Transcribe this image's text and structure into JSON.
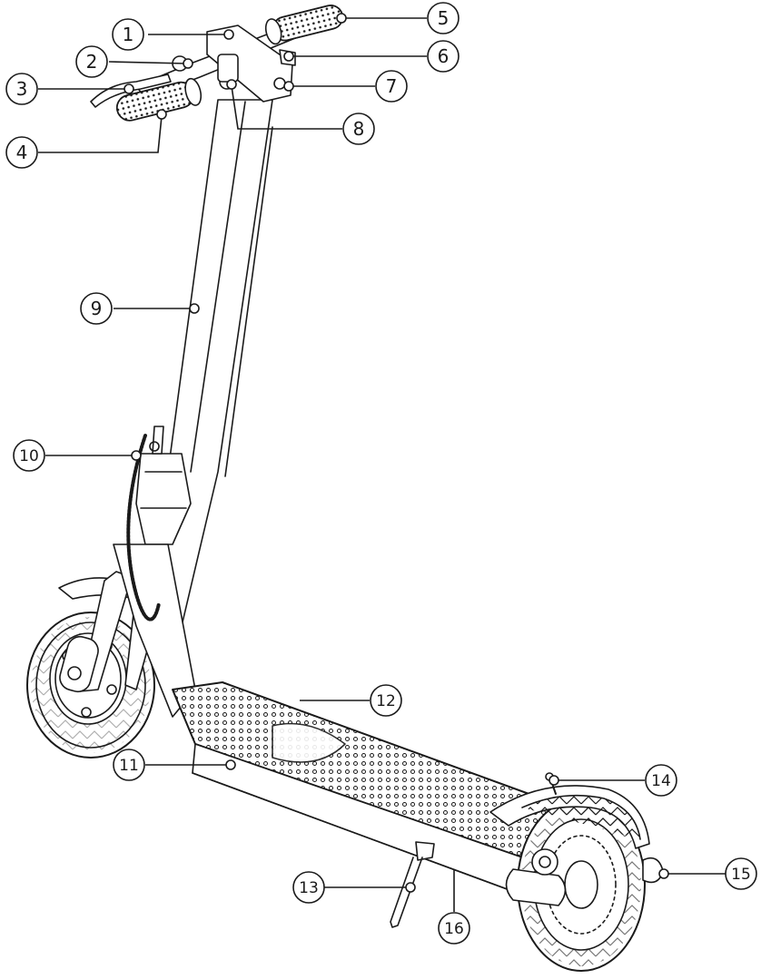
{
  "diagram": {
    "subject": "electric-kick-scooter",
    "style": {
      "line_color": "#1a1a1a",
      "background": "#ffffff",
      "callout_fill": "#ffffff"
    },
    "callouts": [
      {
        "id": "c1",
        "label": "1"
      },
      {
        "id": "c2",
        "label": "2"
      },
      {
        "id": "c3",
        "label": "3"
      },
      {
        "id": "c4",
        "label": "4"
      },
      {
        "id": "c5",
        "label": "5"
      },
      {
        "id": "c6",
        "label": "6"
      },
      {
        "id": "c7",
        "label": "7"
      },
      {
        "id": "c8",
        "label": "8"
      },
      {
        "id": "c9",
        "label": "9"
      },
      {
        "id": "c10",
        "label": "10"
      },
      {
        "id": "c11",
        "label": "11"
      },
      {
        "id": "c12",
        "label": "12"
      },
      {
        "id": "c13",
        "label": "13"
      },
      {
        "id": "c14",
        "label": "14"
      },
      {
        "id": "c15",
        "label": "15"
      },
      {
        "id": "c16",
        "label": "16"
      }
    ]
  }
}
